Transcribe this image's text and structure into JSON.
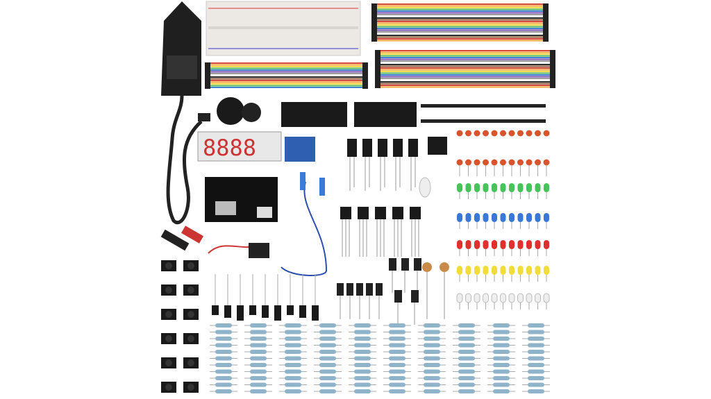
{
  "palette": {
    "background": "#ffffff",
    "black_part": "#1c1c1c",
    "breadboard": "#ece9e4",
    "resistor_body": "#8fb3c9",
    "pot_blue": "#2f5fb0"
  },
  "led_rows": [
    {
      "name": "red-small-led",
      "color": "#d9532c"
    },
    {
      "name": "green-led",
      "color": "#46c45a"
    },
    {
      "name": "blue-led",
      "color": "#3a78d8"
    },
    {
      "name": "red-led",
      "color": "#e0302e"
    },
    {
      "name": "yellow-led",
      "color": "#f2dc3a"
    },
    {
      "name": "white-led",
      "color": "#eeeeee"
    }
  ],
  "wire_colors": [
    "#d8473b",
    "#f0a33a",
    "#f2d94a",
    "#4fb55b",
    "#3f7fd0",
    "#7a4fb0",
    "#9a9a9a",
    "#ffffff",
    "#2a2a2a",
    "#8a5a3a"
  ]
}
